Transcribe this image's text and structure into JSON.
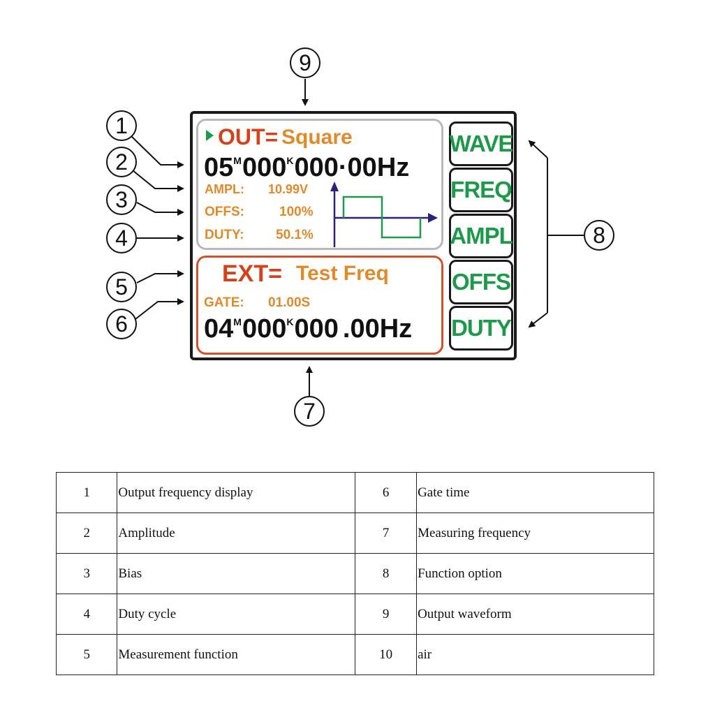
{
  "callouts": {
    "c1": "1",
    "c2": "2",
    "c3": "3",
    "c4": "4",
    "c5": "5",
    "c6": "6",
    "c7": "7",
    "c8": "8",
    "c9": "9"
  },
  "out_panel": {
    "indicator_icon": "play-triangle-icon",
    "label": "OUT=",
    "wave_name": "Square",
    "frequency": {
      "mega": "05",
      "mega_unit": "M",
      "kilo": "000",
      "kilo_unit": "K",
      "units": "000",
      "decimal": "·00",
      "unit": "Hz"
    },
    "params": [
      {
        "label": "AMPL:",
        "value": "10.99V"
      },
      {
        "label": "OFFS:",
        "value": "100%"
      },
      {
        "label": "DUTY:",
        "value": "50.1%"
      }
    ],
    "waveform": {
      "type": "square",
      "duty_cycle_percent": 50,
      "axis_color": "#2a2378",
      "wave_color": "#1f9a4c"
    }
  },
  "ext_panel": {
    "label": "EXT=",
    "mode": "Test Freq",
    "gate_label": "GATE:",
    "gate_value": "01.00S",
    "frequency": {
      "mega": "04",
      "mega_unit": "M",
      "kilo": "000",
      "kilo_unit": "K",
      "units": "000",
      "decimal": ".00",
      "unit": "Hz"
    }
  },
  "side_buttons": [
    {
      "label": "WAVE"
    },
    {
      "label": "FREQ"
    },
    {
      "label": "AMPL"
    },
    {
      "label": "OFFS"
    },
    {
      "label": "DUTY"
    }
  ],
  "colors": {
    "label_red": "#d4421c",
    "value_orange": "#e08a2a",
    "button_green": "#1c9a4a",
    "ext_border": "#d2502a",
    "out_border": "#b9b9b9"
  },
  "legend": [
    {
      "num": "1",
      "desc": "Output frequency display",
      "num2": "6",
      "desc2": "Gate time"
    },
    {
      "num": "2",
      "desc": "Amplitude",
      "num2": "7",
      "desc2": "Measuring frequency"
    },
    {
      "num": "3",
      "desc": "Bias",
      "num2": "8",
      "desc2": "Function option"
    },
    {
      "num": "4",
      "desc": "Duty cycle",
      "num2": "9",
      "desc2": "Output waveform"
    },
    {
      "num": "5",
      "desc": "Measurement function",
      "num2": "10",
      "desc2": "air"
    }
  ]
}
